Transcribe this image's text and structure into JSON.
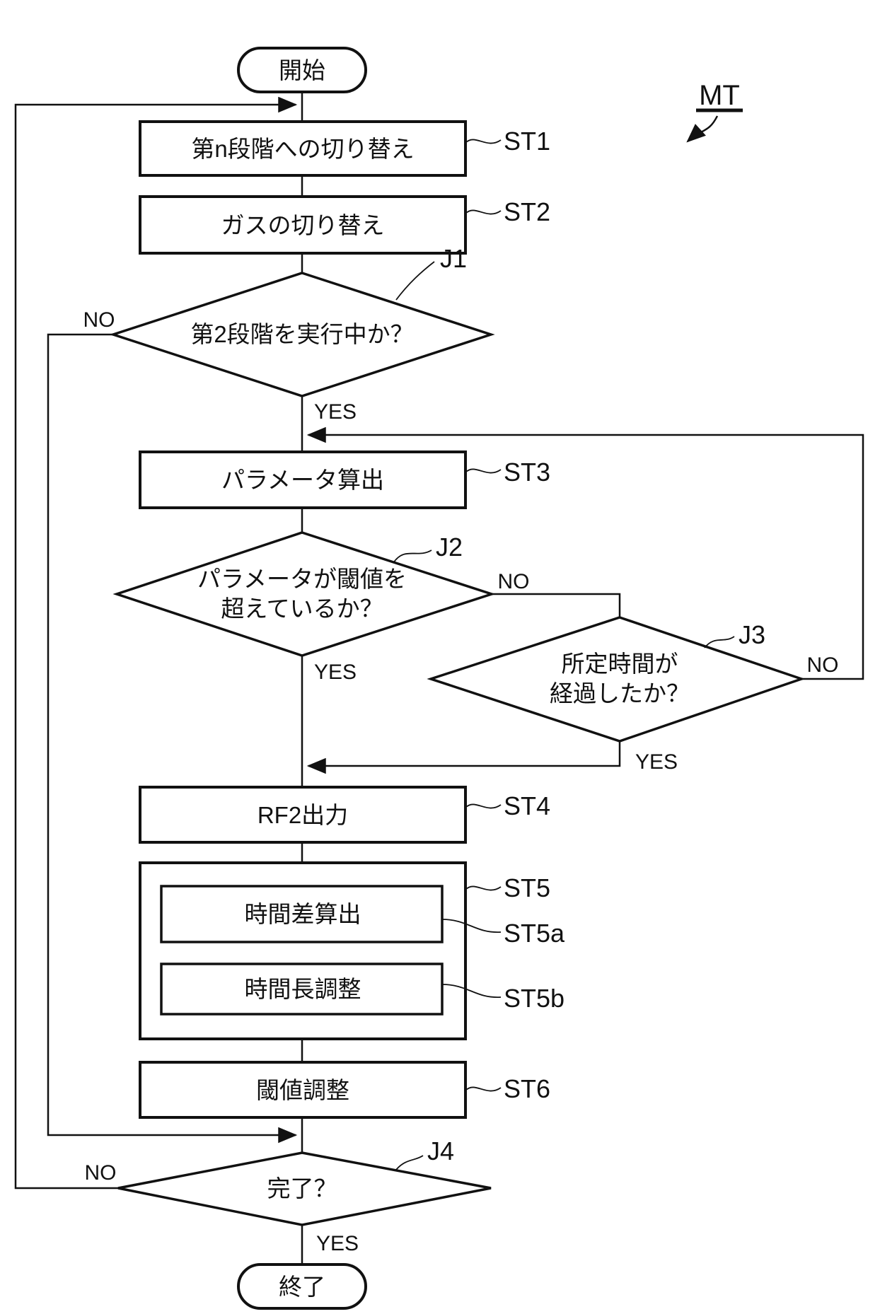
{
  "diagram": {
    "figure_label": "MT",
    "terminals": {
      "start": "開始",
      "end": "終了"
    },
    "steps": [
      {
        "id": "ST1",
        "text": "第n段階への切り替え"
      },
      {
        "id": "ST2",
        "text": "ガスの切り替え"
      },
      {
        "id": "ST3",
        "text": "パラメータ算出"
      },
      {
        "id": "ST4",
        "text": "RF2出力"
      },
      {
        "id": "ST5",
        "text": ""
      },
      {
        "id": "ST5a",
        "text": "時間差算出"
      },
      {
        "id": "ST5b",
        "text": "時間長調整"
      },
      {
        "id": "ST6",
        "text": "閾値調整"
      }
    ],
    "decisions": [
      {
        "id": "J1",
        "line1": "第2段階を実行中か？",
        "line2": "",
        "yes": "YES",
        "no": "NO"
      },
      {
        "id": "J2",
        "line1": "パラメータが閾値を",
        "line2": "超えているか？",
        "yes": "YES",
        "no": "NO"
      },
      {
        "id": "J3",
        "line1": "所定時間が",
        "line2": "経過したか？",
        "yes": "YES",
        "no": "NO"
      },
      {
        "id": "J4",
        "line1": "完了？",
        "line2": "",
        "yes": "YES",
        "no": "NO"
      }
    ],
    "colors": {
      "line": "#111111",
      "background": "#ffffff"
    }
  }
}
